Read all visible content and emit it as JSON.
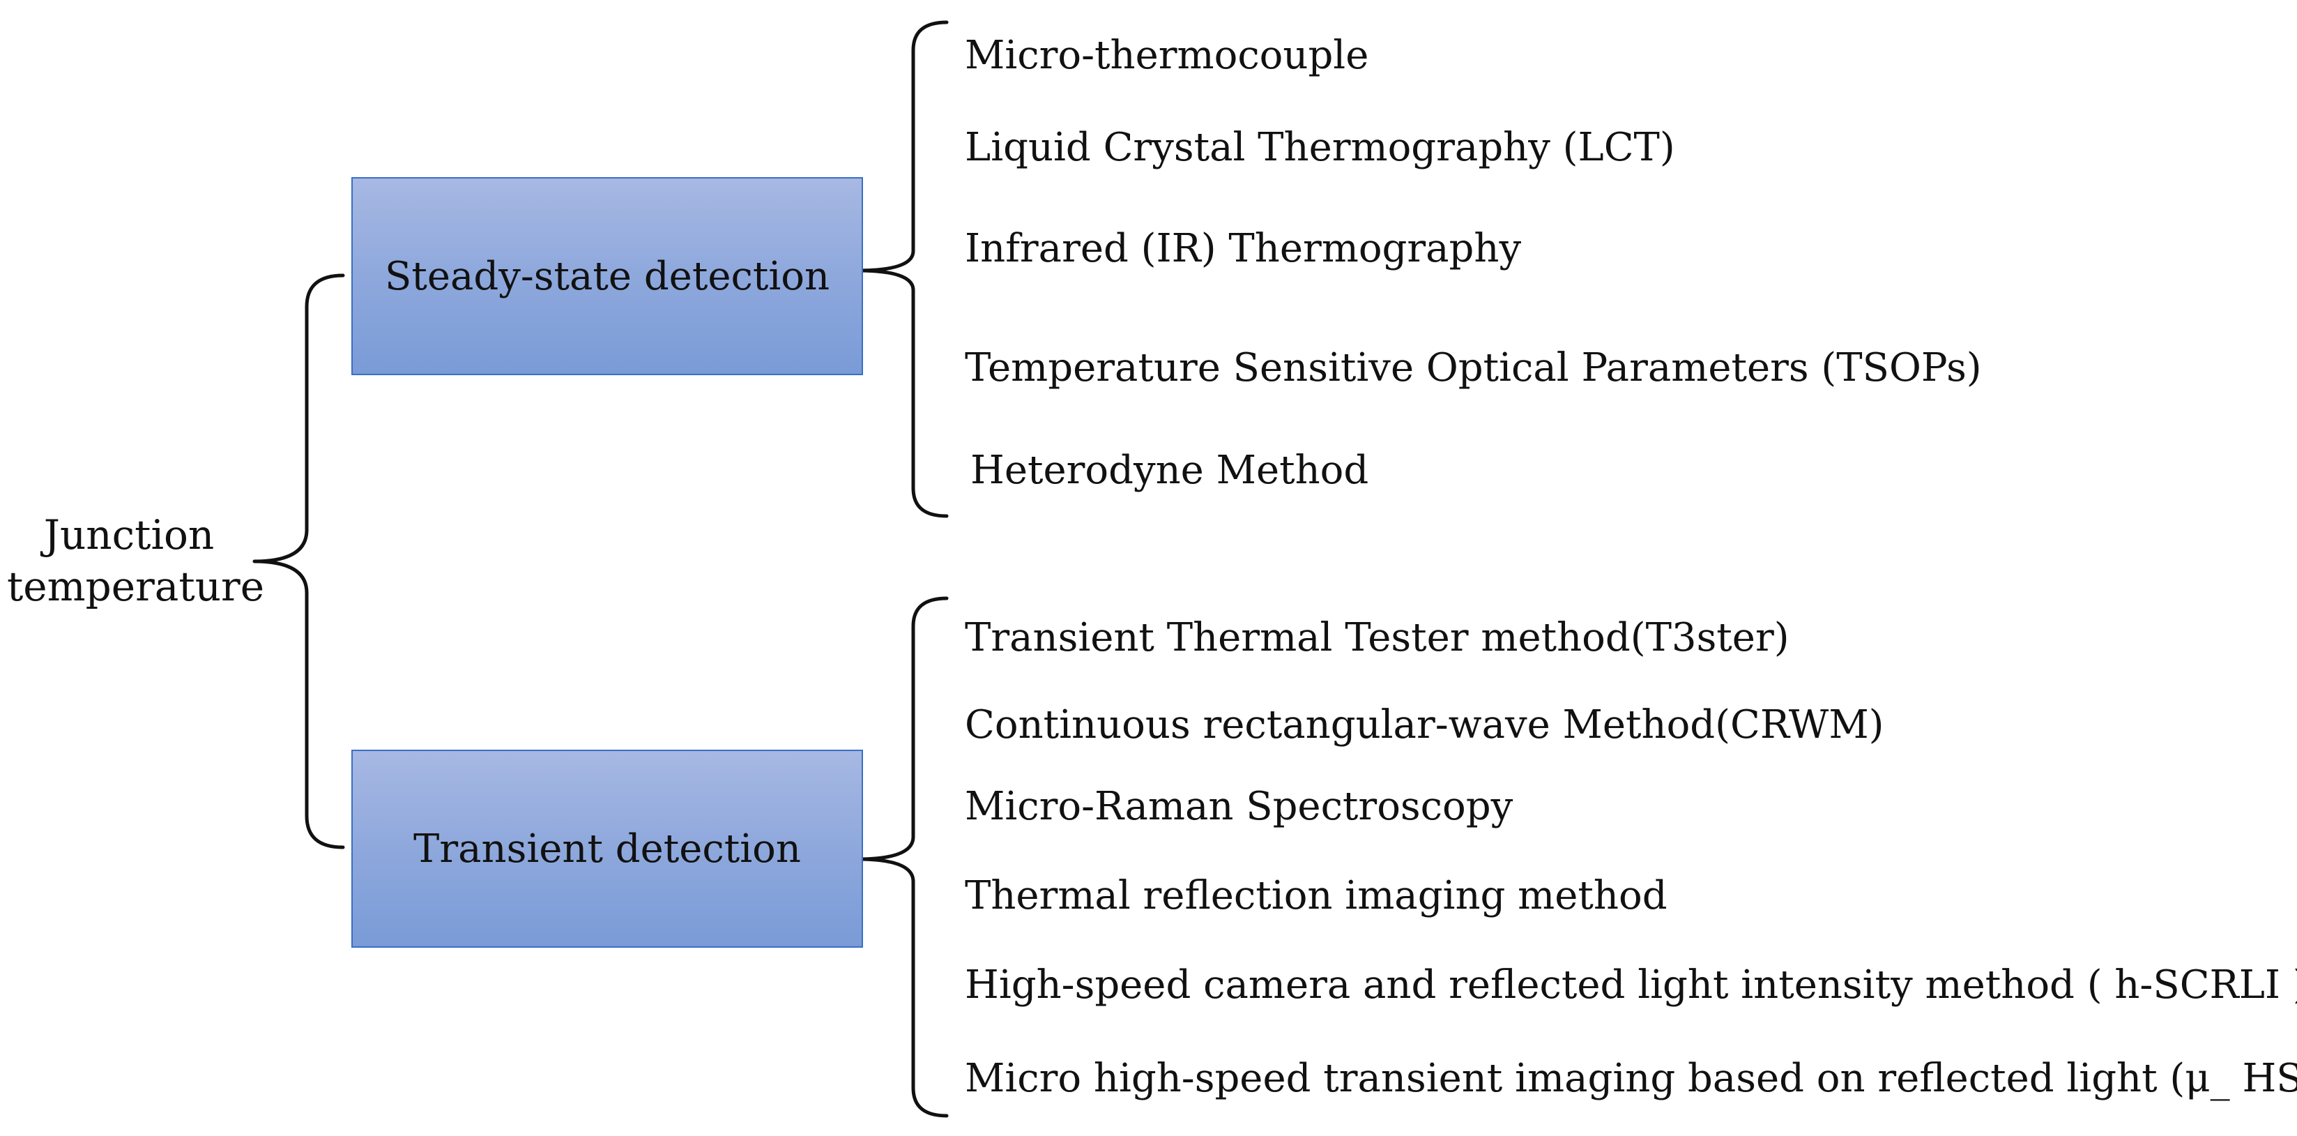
{
  "root": {
    "line1": "Junction",
    "line2": "temperature"
  },
  "branches": [
    {
      "label": "Steady-state detection",
      "methods": [
        "Micro-thermocouple",
        "Liquid Crystal Thermography (LCT)",
        "Infrared (IR) Thermography",
        "Temperature Sensitive Optical Parameters (TSOPs)",
        "Heterodyne Method"
      ]
    },
    {
      "label": "Transient detection",
      "methods": [
        "Transient Thermal Tester method(T3ster)",
        "Continuous rectangular-wave Method(CRWM)",
        "Micro-Raman Spectroscopy",
        "Thermal reflection imaging method",
        "High-speed camera and reflected light intensity method ( h-SCRLI )",
        "Micro high-speed transient imaging based on reflected light (μ_ HSTI)"
      ]
    }
  ],
  "colors": {
    "box_fill_top": "#a7b8e3",
    "box_fill_bottom": "#7a9bd7",
    "box_border": "#3a6fc4",
    "lines": "#111111"
  }
}
